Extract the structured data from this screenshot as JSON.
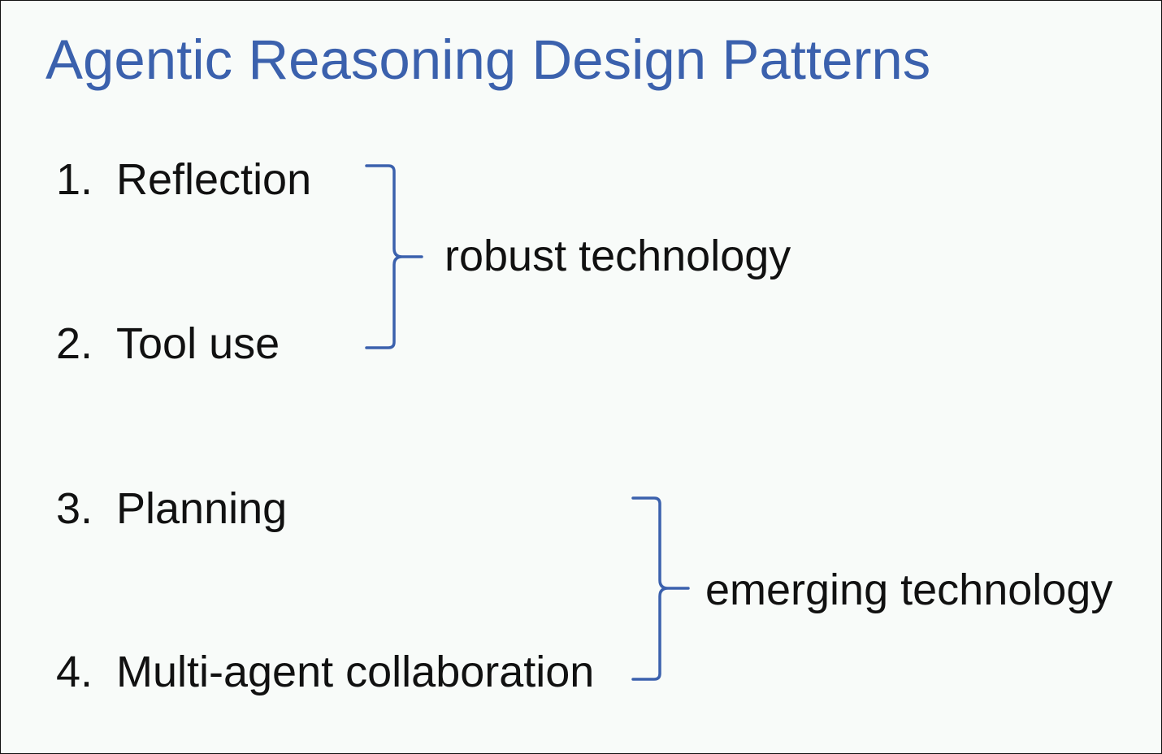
{
  "slide": {
    "title": "Agentic Reasoning Design Patterns",
    "items": [
      {
        "number": "1.",
        "label": "Reflection"
      },
      {
        "number": "2.",
        "label": "Tool use"
      },
      {
        "number": "3.",
        "label": "Planning"
      },
      {
        "number": "4.",
        "label": "Multi-agent collaboration"
      }
    ],
    "groups": [
      {
        "label": "robust technology",
        "covers": [
          "1.",
          "2."
        ]
      },
      {
        "label": "emerging technology",
        "covers": [
          "3.",
          "4."
        ]
      }
    ]
  },
  "colors": {
    "title": "#3b61ad",
    "brace": "#3b61ad",
    "text": "#111111",
    "background": "#f8fbf9"
  }
}
